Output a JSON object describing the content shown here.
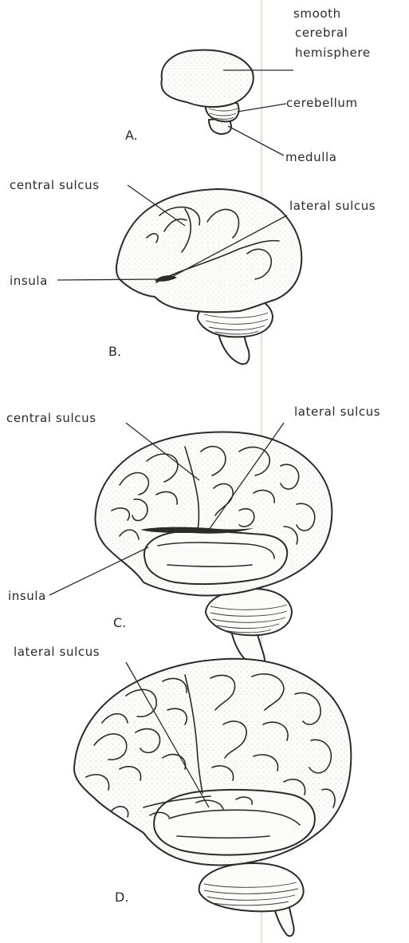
{
  "figure": {
    "panels": [
      {
        "id": "A",
        "letter": "A.",
        "labels": {
          "smooth_cerebral_hemisphere": [
            "smooth",
            "cerebral",
            "hemisphere"
          ],
          "cerebellum": "cerebellum",
          "medulla": "medulla"
        }
      },
      {
        "id": "B",
        "letter": "B.",
        "labels": {
          "central_sulcus": "central sulcus",
          "lateral_sulcus": "lateral sulcus",
          "insula": "insula"
        }
      },
      {
        "id": "C",
        "letter": "C.",
        "labels": {
          "central_sulcus": "central sulcus",
          "lateral_sulcus": "lateral sulcus",
          "insula": "insula"
        }
      },
      {
        "id": "D",
        "letter": "D.",
        "labels": {
          "lateral_sulcus": "lateral sulcus"
        }
      }
    ]
  }
}
